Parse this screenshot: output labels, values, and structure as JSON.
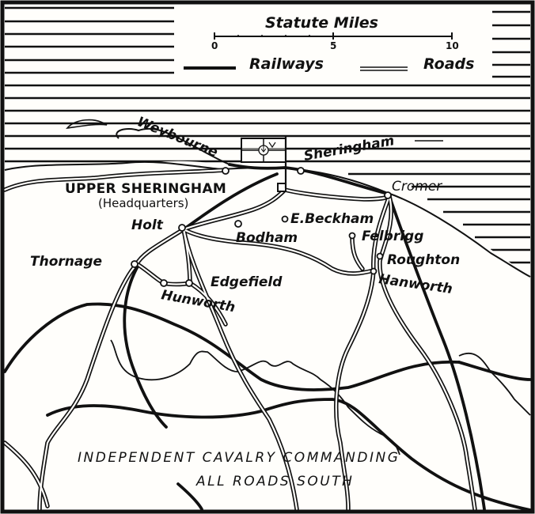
{
  "map": {
    "legend": {
      "scale_title": "Statute Miles",
      "scale_ticks": [
        "0",
        "5",
        "10"
      ],
      "railways_label": "Railways",
      "roads_label": "Roads"
    },
    "places": {
      "weybourne": "Weybourne",
      "sheringham": "Sheringham",
      "cromer": "Cromer",
      "upper_sheringham": "UPPER SHERINGHAM",
      "headquarters": "(Headquarters)",
      "holt": "Holt",
      "bodham": "Bodham",
      "e_beckham": "E.Beckham",
      "felbrigg": "Felbrigg",
      "roughton": "Roughton",
      "hanworth": "Hanworth",
      "thornage": "Thornage",
      "edgefield": "Edgefield",
      "hunworth": "Hunworth"
    },
    "annotation": {
      "line1": "INDEPENDENT CAVALRY COMMANDING",
      "line2": "ALL ROADS SOUTH"
    },
    "colors": {
      "ink": "#111111",
      "paper": "#fffefb"
    }
  }
}
